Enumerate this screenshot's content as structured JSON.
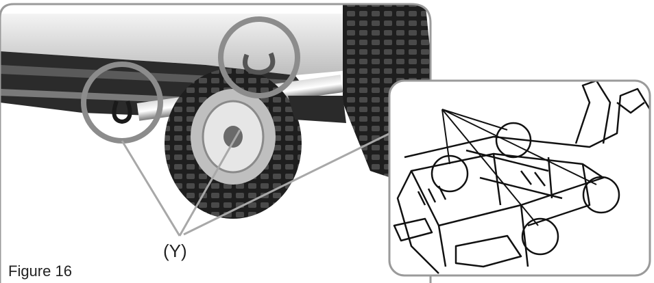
{
  "figure": {
    "caption": "Figure 16",
    "callout_label": "(Y)"
  },
  "colors": {
    "frame_border": "#9a9a9a",
    "highlight_circle": "#8c8c8c",
    "leader_line": "#a8a8a8",
    "photo_dark": "#2b2b2b",
    "photo_light": "#e8e8e8"
  },
  "icons": [
    "photo-underside-wheel",
    "line-drawing-frame"
  ]
}
